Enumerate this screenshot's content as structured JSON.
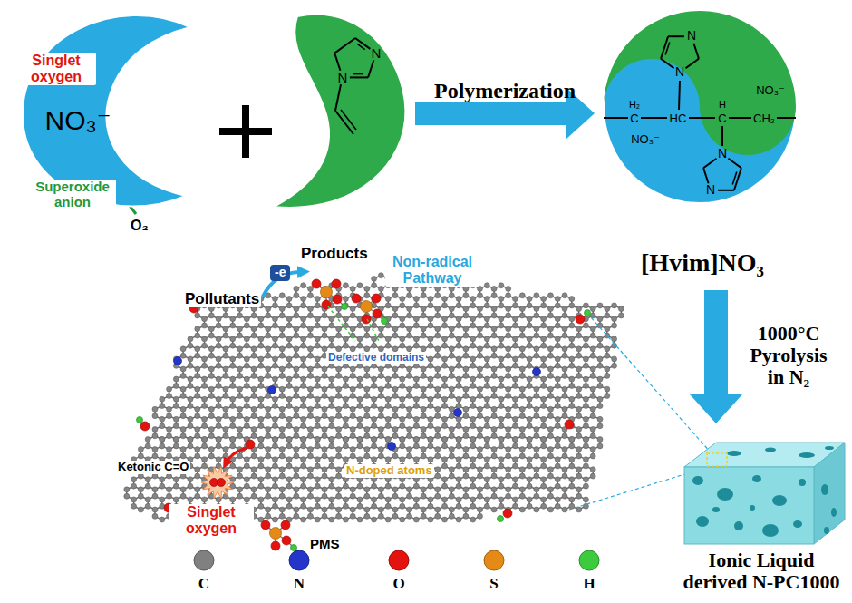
{
  "diagram": {
    "nodes": [
      {
        "text": [
          "NO₃⁻"
        ]
      },
      {
        "text": [
          "N",
          "N"
        ]
      },
      {
        "text": [
          "N",
          "N",
          "H₂",
          "C",
          "HC",
          "H",
          "C",
          "CH₂",
          "NO₃⁻",
          "NO₃⁻",
          "N",
          "N",
          "[Hvim]NO₃"
        ]
      },
      {
        "text": [
          "Ionic Liquid derived N-PC1000"
        ]
      }
    ],
    "edges": [
      {
        "from": 1,
        "to": 2,
        "label": "Polymerization",
        "arrow": "to"
      },
      {
        "from": 2,
        "to": 3,
        "label": "1000°C Pyrolysis in N₂",
        "arrow": "to"
      }
    ],
    "labels": [
      "Singlet oxygen",
      "Superoxide anion",
      "O₂",
      "Pollutants",
      "-e",
      "Products",
      "Non-radical Pathway",
      "Defective domains",
      "Ketonic C=O",
      "N-doped atoms",
      "Singlet oxygen",
      "PMS"
    ],
    "legend": [
      {
        "text": "C",
        "color": "#808080"
      },
      {
        "text": "N",
        "color": "#2336c9"
      },
      {
        "text": "O",
        "color": "#e3140f"
      },
      {
        "text": "S",
        "color": "#e58a17"
      },
      {
        "text": "H",
        "color": "#3ccb3c"
      }
    ]
  }
}
